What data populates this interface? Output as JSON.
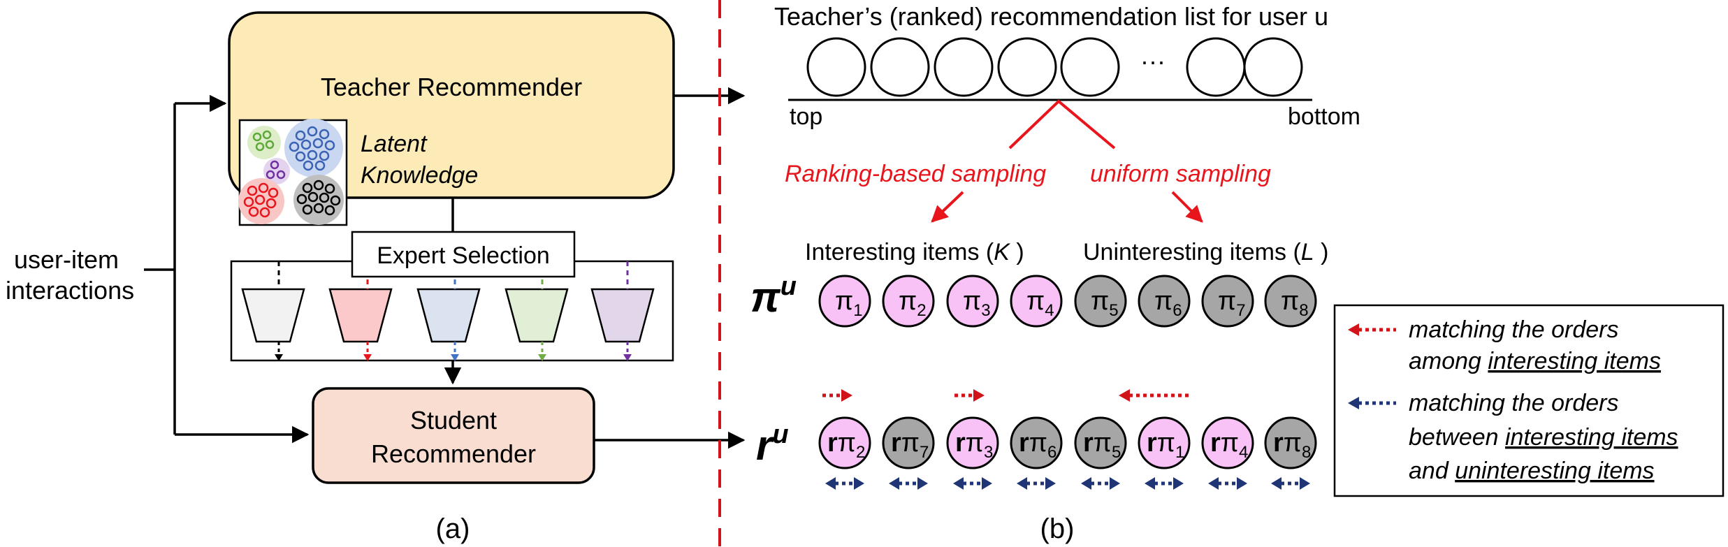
{
  "colors": {
    "teacher_fill": "#fcebb7",
    "student_fill": "#f9ddd0",
    "pink": "#f8c2f6",
    "gray": "#a6a6a6",
    "red_dash": "#d0141a",
    "red_text": "#e8161c",
    "navy_arrow": "#1f3575",
    "expert_fills": [
      "#f2f2f2",
      "#fbc9c9",
      "#dbe3f1",
      "#e0efd6",
      "#e2d7ea"
    ],
    "expert_lines": [
      "#000000",
      "#e8161c",
      "#4472c4",
      "#70ad47",
      "#7030a0"
    ],
    "cluster_fills": [
      "#dcedc8",
      "#c9d8f0",
      "#e4d3ee",
      "#f9c6c6",
      "#bfbfbf"
    ],
    "cluster_lines": [
      "#5fa83a",
      "#3b62b5",
      "#7030a0",
      "#e8161c",
      "#000000"
    ]
  },
  "panel_a": {
    "input_label": [
      "user-item",
      "interactions"
    ],
    "teacher_label": "Teacher Recommender",
    "latent_label": [
      "Latent",
      "Knowledge"
    ],
    "expert_selection_label": "Expert Selection",
    "student_label": [
      "Student",
      "Recommender"
    ],
    "caption": "(a)"
  },
  "panel_b": {
    "list_title": "Teacher’s (ranked) recommendation list for user u",
    "ellipsis": "···",
    "top_label": "top",
    "bottom_label": "bottom",
    "ranking_sampling": "Ranking-based sampling",
    "uniform_sampling": "uniform sampling",
    "interesting_label": "Interesting items (",
    "interesting_var": "K",
    "uninteresting_label": "Uninteresting items (",
    "uninteresting_var": "L",
    "close_paren": " )",
    "pi_symbol": "π",
    "pi_sup": "u",
    "r_symbol": "r",
    "r_sup": "u",
    "pi_row": [
      {
        "sub": "1",
        "kind": "interesting"
      },
      {
        "sub": "2",
        "kind": "interesting"
      },
      {
        "sub": "3",
        "kind": "interesting"
      },
      {
        "sub": "4",
        "kind": "interesting"
      },
      {
        "sub": "5",
        "kind": "uninteresting"
      },
      {
        "sub": "6",
        "kind": "uninteresting"
      },
      {
        "sub": "7",
        "kind": "uninteresting"
      },
      {
        "sub": "8",
        "kind": "uninteresting"
      }
    ],
    "r_row": [
      {
        "sub": "2",
        "kind": "interesting"
      },
      {
        "sub": "7",
        "kind": "uninteresting"
      },
      {
        "sub": "3",
        "kind": "interesting"
      },
      {
        "sub": "6",
        "kind": "uninteresting"
      },
      {
        "sub": "5",
        "kind": "uninteresting"
      },
      {
        "sub": "1",
        "kind": "interesting"
      },
      {
        "sub": "4",
        "kind": "interesting"
      },
      {
        "sub": "8",
        "kind": "uninteresting"
      }
    ],
    "caption": "(b)"
  },
  "legend": {
    "entry1": [
      "matching the orders",
      "among "
    ],
    "entry1_underlined": "interesting items",
    "entry2_line1": "matching the orders",
    "entry2_line2_prefix": "between ",
    "entry2_underlined1": "interesting items",
    "entry2_line3_prefix": "and ",
    "entry2_underlined2": "uninteresting items"
  }
}
